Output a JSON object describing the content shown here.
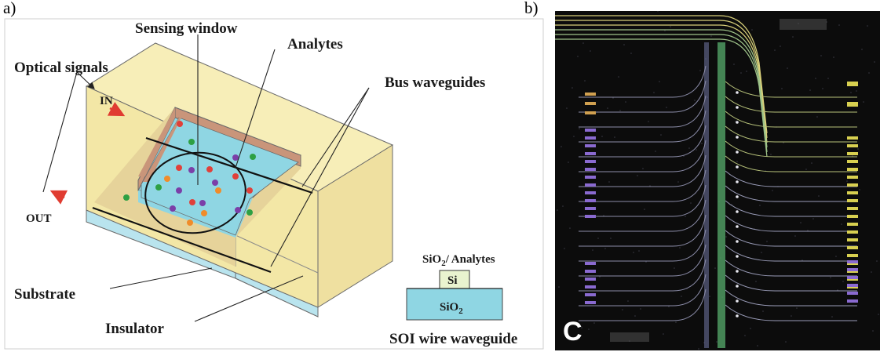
{
  "panels": {
    "a": "a)",
    "b": "b)",
    "c": "C"
  },
  "labels": {
    "sensing_window": "Sensing window",
    "analytes": "Analytes",
    "optical_signals": "Optical signals",
    "bus_waveguides": "Bus waveguides",
    "in": "IN",
    "out": "OUT",
    "substrate": "Substrate",
    "insulator": "Insulator",
    "sio2_analytes_prefix": "SiO",
    "sio2_analytes_sub": "2",
    "sio2_analytes_suffix": "/ Analytes",
    "si": "Si",
    "sio2_prefix": "SiO",
    "sio2_sub": "2",
    "soi_caption": "SOI wire waveguide"
  },
  "colors": {
    "top_slab": "#f7eeb8",
    "substrate_side": "#b9e4ee",
    "well_floor": "#8fd6e3",
    "well_wall": "#c9957a",
    "arrow": "#e03c31",
    "si_block": "#e9f3cf",
    "particles": [
      "#e0403a",
      "#7b3fa8",
      "#2ea043",
      "#f08c2a"
    ]
  },
  "icons": [
    "ring-resonator-icon",
    "bus-waveguide-icon",
    "analyte-particle-icon",
    "arrow-in-icon",
    "arrow-out-icon",
    "micrograph-image"
  ]
}
